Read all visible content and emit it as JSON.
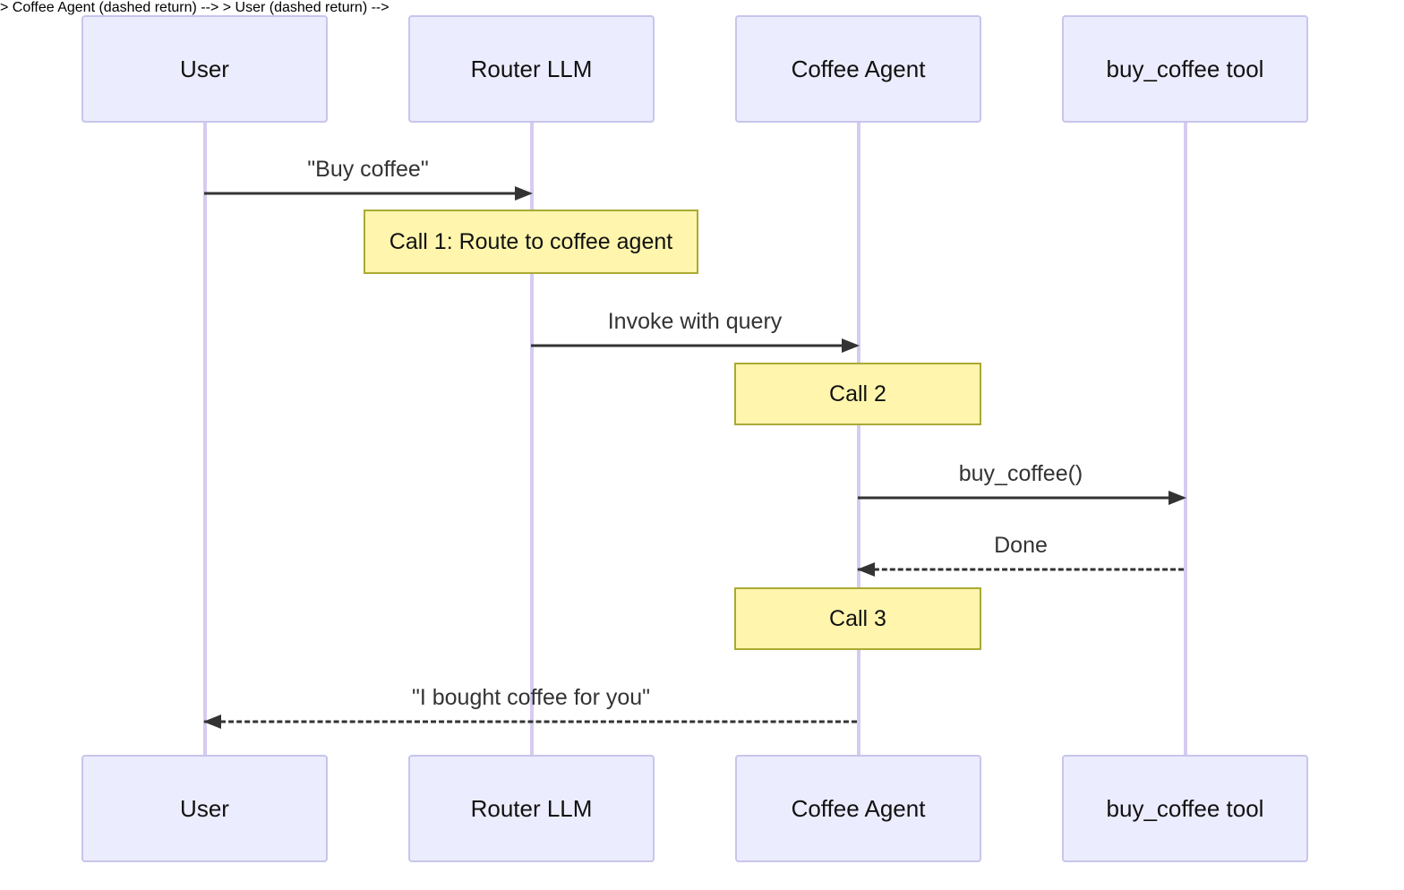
{
  "diagram": {
    "type": "sequence-diagram",
    "participants": [
      {
        "name": "User"
      },
      {
        "name": "Router LLM"
      },
      {
        "name": "Coffee Agent"
      },
      {
        "name": "buy_coffee tool"
      }
    ],
    "messages": [
      {
        "label": "\"Buy coffee\"",
        "from": "User",
        "to": "Router LLM",
        "line": "solid",
        "direction": "right"
      },
      {
        "label": "Invoke with query",
        "from": "Router LLM",
        "to": "Coffee Agent",
        "line": "solid",
        "direction": "right"
      },
      {
        "label": "buy_coffee()",
        "from": "Coffee Agent",
        "to": "buy_coffee tool",
        "line": "solid",
        "direction": "right"
      },
      {
        "label": "Done",
        "from": "buy_coffee tool",
        "to": "Coffee Agent",
        "line": "dashed",
        "direction": "left"
      },
      {
        "label": "\"I bought coffee for you\"",
        "from": "Coffee Agent",
        "to": "User",
        "line": "dashed",
        "direction": "left"
      }
    ],
    "notes": [
      {
        "text": "Call 1: Route to coffee agent",
        "over": "Router LLM"
      },
      {
        "text": "Call 2",
        "over": "Coffee Agent"
      },
      {
        "text": "Call 3",
        "over": "Coffee Agent"
      }
    ],
    "colors": {
      "actor_fill": "#ECECFF",
      "actor_border": "#C8C5EC",
      "lifeline": "#D6CBF0",
      "note_fill": "#FFF5AD",
      "note_border": "#AAAA33",
      "arrow": "#333333",
      "message_text": "#333333",
      "actor_text": "#111111",
      "background": "#FFFFFF"
    }
  }
}
